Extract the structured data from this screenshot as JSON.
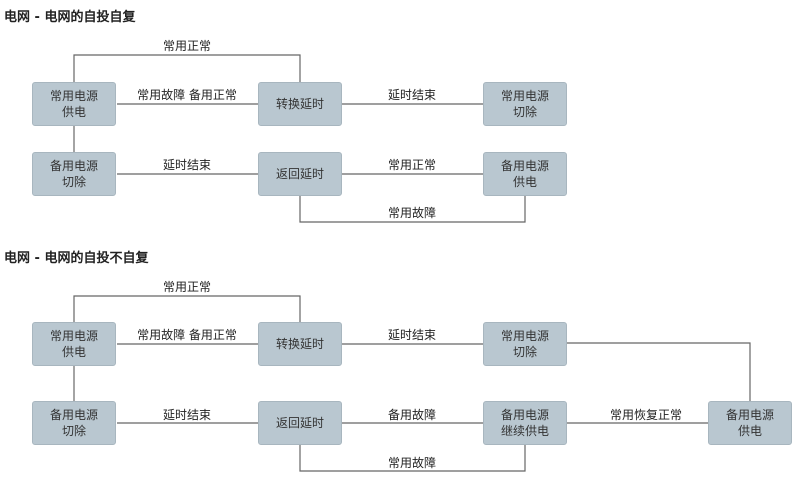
{
  "diagram1": {
    "title": "电网 - 电网的自投自复",
    "nodes": {
      "normal_supply": "常用电源\n供电",
      "switch_delay": "转换延时",
      "normal_cut": "常用电源\n切除",
      "backup_cut": "备用电源\n切除",
      "return_delay": "返回延时",
      "backup_supply": "备用电源\n供电"
    },
    "edges": {
      "top_loop": "常用正常",
      "row1_left": "常用故障  备用正常",
      "row1_right": "延时结束",
      "row2_left": "延时结束",
      "row2_right": "常用正常",
      "bottom_loop": "常用故障"
    }
  },
  "diagram2": {
    "title": "电网 - 电网的自投不自复",
    "nodes": {
      "normal_supply": "常用电源\n供电",
      "switch_delay": "转换延时",
      "normal_cut": "常用电源\n切除",
      "backup_cut": "备用电源\n切除",
      "return_delay": "返回延时",
      "backup_continue": "备用电源\n继续供电",
      "backup_supply": "备用电源\n供电"
    },
    "edges": {
      "top_loop": "常用正常",
      "row1_left": "常用故障  备用正常",
      "row1_right": "延时结束",
      "row2_left": "延时结束",
      "row2_mid": "备用故障",
      "row2_right": "常用恢复正常",
      "bottom_loop": "常用故障"
    }
  }
}
